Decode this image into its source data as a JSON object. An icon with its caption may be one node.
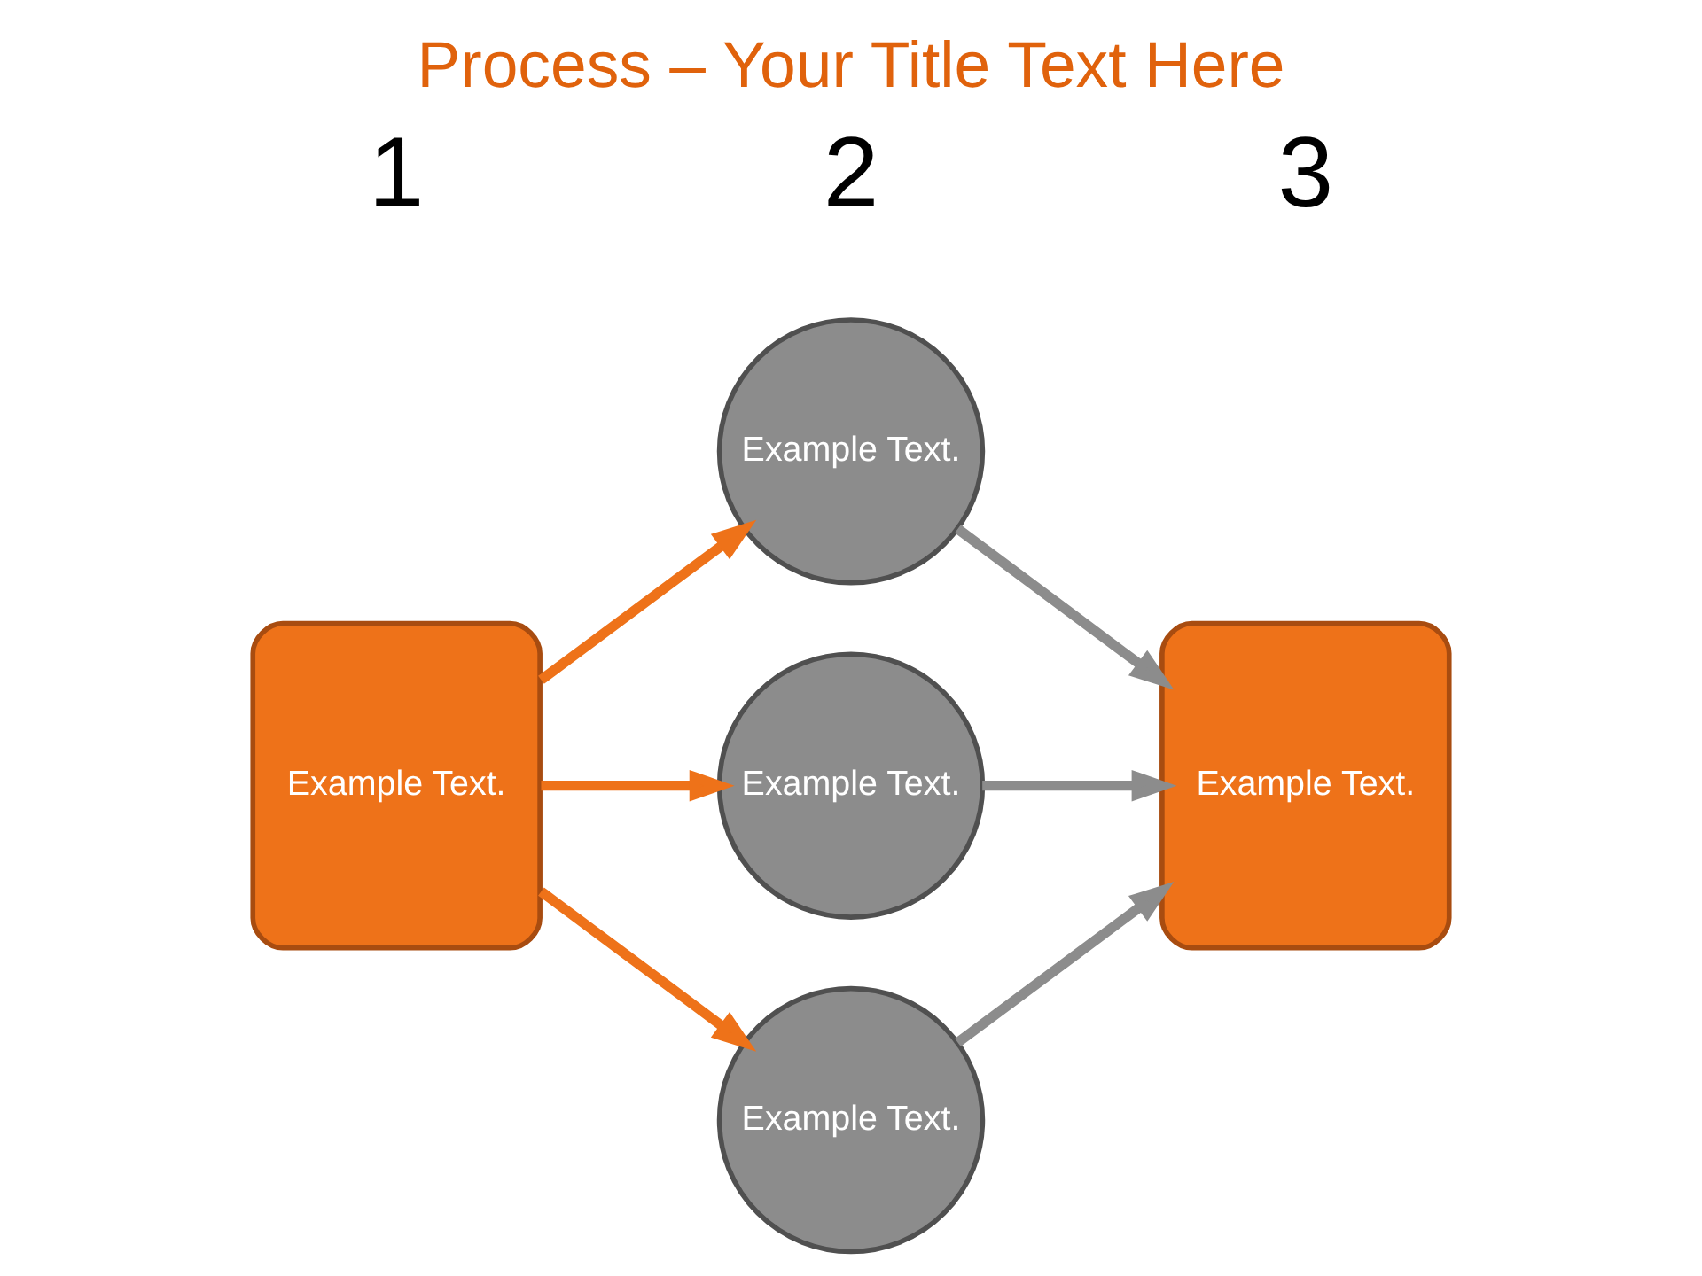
{
  "diagram": {
    "title": "Process – Your Title Text Here",
    "nodes": [
      {
        "text": [
          "Example Text."
        ]
      },
      {
        "text": [
          "Example Text."
        ]
      },
      {
        "text": [
          "Example Text."
        ]
      },
      {
        "text": [
          "Example Text."
        ]
      },
      {
        "text": [
          "Example Text."
        ]
      }
    ],
    "edges": [
      {
        "from": 0,
        "to": 1,
        "arrow": "to",
        "color": "#ee7219"
      },
      {
        "from": 0,
        "to": 2,
        "arrow": "to",
        "color": "#ee7219"
      },
      {
        "from": 0,
        "to": 3,
        "arrow": "to",
        "color": "#ee7219"
      },
      {
        "from": 1,
        "to": 4,
        "arrow": "to",
        "color": "#8c8c8c"
      },
      {
        "from": 2,
        "to": 4,
        "arrow": "to",
        "color": "#8c8c8c"
      },
      {
        "from": 3,
        "to": 4,
        "arrow": "to",
        "color": "#8c8c8c"
      }
    ],
    "labels": [
      "1",
      "2",
      "3"
    ]
  }
}
